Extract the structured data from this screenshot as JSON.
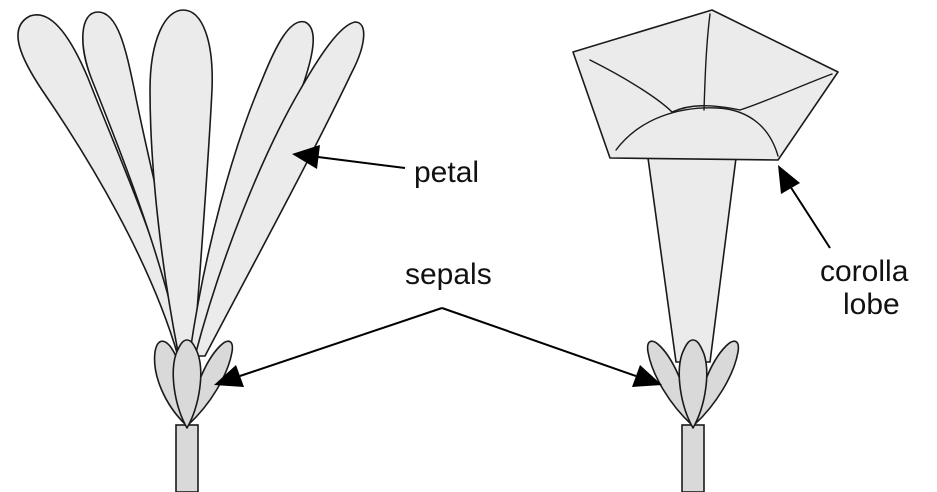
{
  "labels": {
    "petal": "petal",
    "sepals": "sepals",
    "corolla_line1": "corolla",
    "corolla_line2": "lobe"
  },
  "colors": {
    "organ_fill": "#ebebeb",
    "sepal_fill": "#d9d9d9",
    "outline": "#1a1a1a"
  }
}
